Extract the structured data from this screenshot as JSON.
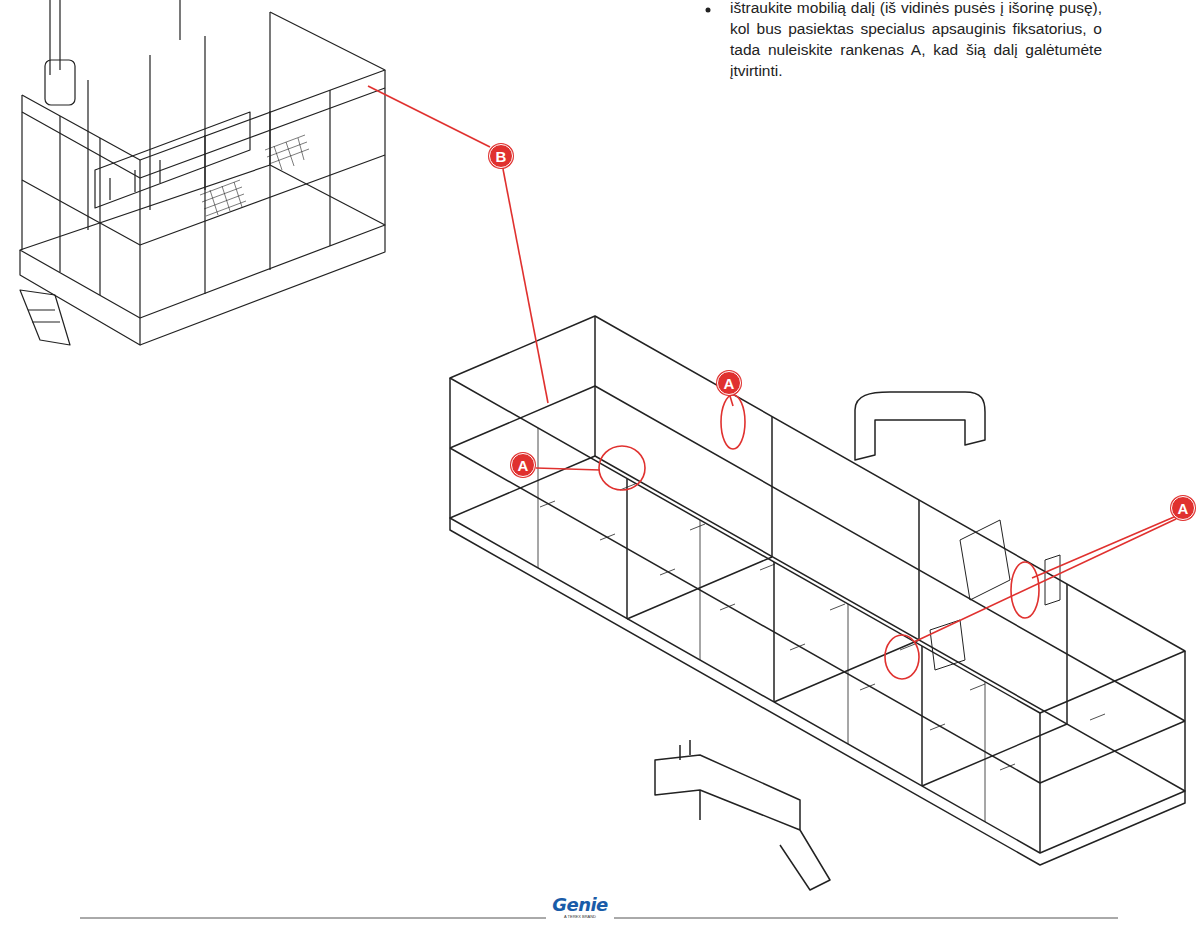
{
  "diagram": {
    "nodes": [
      {
        "text": [
          "B"
        ]
      },
      {
        "text": [
          "A"
        ]
      },
      {
        "text": [
          "A"
        ]
      },
      {
        "text": [
          "A"
        ]
      }
    ],
    "labels": [
      "ištraukite mobilią dalį (iš vidinės pusės į išorinę pusę), kol bus pasiektas specialus apsauginis fiksatorius, o tada nuleiskite rankenas A, kad šią dalį galėtumėte įtvirtinti.",
      "Genie",
      "A TEREX BRAND"
    ]
  }
}
